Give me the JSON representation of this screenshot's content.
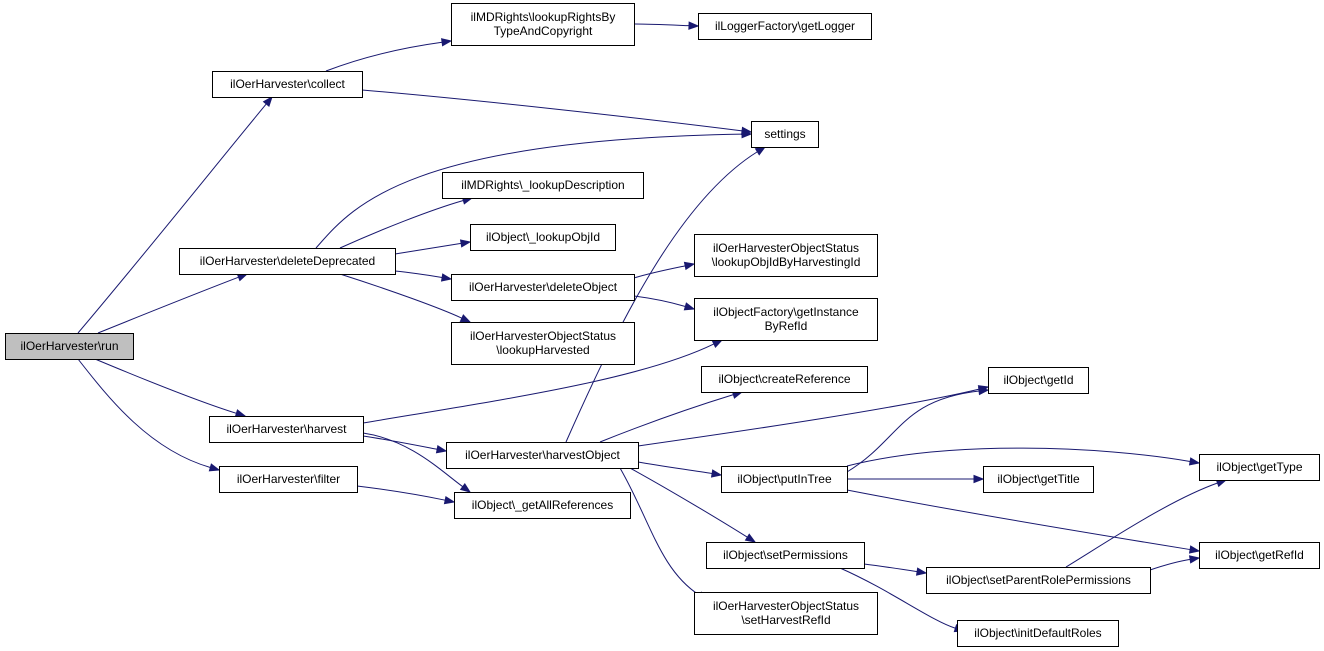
{
  "nodes": [
    {
      "id": "run",
      "lines": [
        "ilOerHarvester\\run"
      ],
      "root": true
    },
    {
      "id": "collect",
      "lines": [
        "ilOerHarvester\\collect"
      ]
    },
    {
      "id": "lookupRights",
      "lines": [
        "ilMDRights\\lookupRightsBy",
        "TypeAndCopyright"
      ]
    },
    {
      "id": "getLogger",
      "lines": [
        "ilLoggerFactory\\getLogger"
      ]
    },
    {
      "id": "settings",
      "lines": [
        "settings"
      ]
    },
    {
      "id": "deleteDeprecated",
      "lines": [
        "ilOerHarvester\\deleteDeprecated"
      ]
    },
    {
      "id": "lookupDescription",
      "lines": [
        "ilMDRights\\_lookupDescription"
      ]
    },
    {
      "id": "lookupObjId",
      "lines": [
        "ilObject\\_lookupObjId"
      ]
    },
    {
      "id": "deleteObject",
      "lines": [
        "ilOerHarvester\\deleteObject"
      ]
    },
    {
      "id": "lookupObjIdByHarvestingId",
      "lines": [
        "ilOerHarvesterObjectStatus",
        "\\lookupObjIdByHarvestingId"
      ]
    },
    {
      "id": "getInstanceByRefId",
      "lines": [
        "ilObjectFactory\\getInstance",
        "ByRefId"
      ]
    },
    {
      "id": "lookupHarvested",
      "lines": [
        "ilOerHarvesterObjectStatus",
        "\\lookupHarvested"
      ]
    },
    {
      "id": "harvest",
      "lines": [
        "ilOerHarvester\\harvest"
      ]
    },
    {
      "id": "harvestObject",
      "lines": [
        "ilOerHarvester\\harvestObject"
      ]
    },
    {
      "id": "filter",
      "lines": [
        "ilOerHarvester\\filter"
      ]
    },
    {
      "id": "getAllReferences",
      "lines": [
        "ilObject\\_getAllReferences"
      ]
    },
    {
      "id": "createReference",
      "lines": [
        "ilObject\\createReference"
      ]
    },
    {
      "id": "getId",
      "lines": [
        "ilObject\\getId"
      ]
    },
    {
      "id": "putInTree",
      "lines": [
        "ilObject\\putInTree"
      ]
    },
    {
      "id": "getTitle",
      "lines": [
        "ilObject\\getTitle"
      ]
    },
    {
      "id": "getType",
      "lines": [
        "ilObject\\getType"
      ]
    },
    {
      "id": "setPermissions",
      "lines": [
        "ilObject\\setPermissions"
      ]
    },
    {
      "id": "setParentRolePermissions",
      "lines": [
        "ilObject\\setParentRolePermissions"
      ]
    },
    {
      "id": "getRefId",
      "lines": [
        "ilObject\\getRefId"
      ]
    },
    {
      "id": "setHarvestRefId",
      "lines": [
        "ilOerHarvesterObjectStatus",
        "\\setHarvestRefId"
      ]
    },
    {
      "id": "initDefaultRoles",
      "lines": [
        "ilObject\\initDefaultRoles"
      ]
    }
  ],
  "edges": [
    {
      "from": "run",
      "to": "collect"
    },
    {
      "from": "run",
      "to": "deleteDeprecated"
    },
    {
      "from": "run",
      "to": "harvest"
    },
    {
      "from": "run",
      "to": "filter"
    },
    {
      "from": "collect",
      "to": "lookupRights"
    },
    {
      "from": "collect",
      "to": "settings"
    },
    {
      "from": "lookupRights",
      "to": "getLogger"
    },
    {
      "from": "deleteDeprecated",
      "to": "settings"
    },
    {
      "from": "deleteDeprecated",
      "to": "lookupDescription"
    },
    {
      "from": "deleteDeprecated",
      "to": "lookupObjId"
    },
    {
      "from": "deleteDeprecated",
      "to": "deleteObject"
    },
    {
      "from": "deleteDeprecated",
      "to": "lookupHarvested"
    },
    {
      "from": "deleteObject",
      "to": "lookupObjIdByHarvestingId"
    },
    {
      "from": "deleteObject",
      "to": "getInstanceByRefId"
    },
    {
      "from": "harvest",
      "to": "getInstanceByRefId"
    },
    {
      "from": "harvest",
      "to": "harvestObject"
    },
    {
      "from": "harvest",
      "to": "getAllReferences"
    },
    {
      "from": "filter",
      "to": "getAllReferences"
    },
    {
      "from": "harvestObject",
      "to": "settings"
    },
    {
      "from": "harvestObject",
      "to": "createReference"
    },
    {
      "from": "harvestObject",
      "to": "getId"
    },
    {
      "from": "harvestObject",
      "to": "putInTree"
    },
    {
      "from": "harvestObject",
      "to": "setPermissions"
    },
    {
      "from": "harvestObject",
      "to": "setHarvestRefId"
    },
    {
      "from": "putInTree",
      "to": "getId"
    },
    {
      "from": "putInTree",
      "to": "getType"
    },
    {
      "from": "putInTree",
      "to": "getTitle"
    },
    {
      "from": "putInTree",
      "to": "getRefId"
    },
    {
      "from": "setPermissions",
      "to": "setParentRolePermissions"
    },
    {
      "from": "setPermissions",
      "to": "initDefaultRoles"
    },
    {
      "from": "setParentRolePermissions",
      "to": "getType"
    },
    {
      "from": "setParentRolePermissions",
      "to": "getRefId"
    }
  ]
}
